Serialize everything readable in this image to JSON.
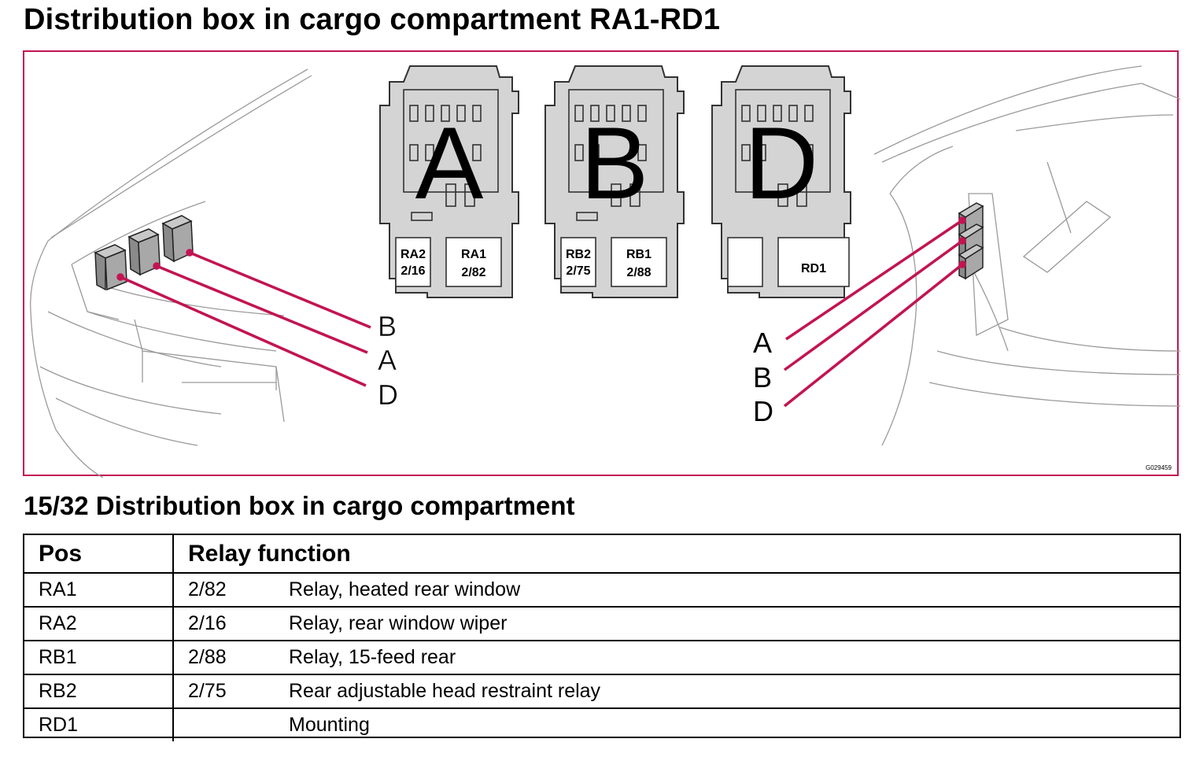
{
  "title": "Distribution box in cargo compartment RA1-RD1",
  "section_title": "15/32 Distribution box in cargo compartment",
  "figure": {
    "image_code": "G029459",
    "boxes": [
      {
        "letter": "A",
        "relays": [
          {
            "name": "RA2",
            "code": "2/16"
          },
          {
            "name": "RA1",
            "code": "2/82"
          }
        ]
      },
      {
        "letter": "B",
        "relays": [
          {
            "name": "RB2",
            "code": "2/75"
          },
          {
            "name": "RB1",
            "code": "2/88"
          }
        ]
      },
      {
        "letter": "D",
        "relays": [
          {
            "name": "",
            "code": ""
          },
          {
            "name": "RD1",
            "code": ""
          }
        ]
      }
    ],
    "left_callouts": [
      "B",
      "A",
      "D"
    ],
    "right_callouts": [
      "A",
      "B",
      "D"
    ],
    "accent_color": "#c21452"
  },
  "table": {
    "headers": {
      "pos": "Pos",
      "function": "Relay function"
    },
    "rows": [
      {
        "pos": "RA1",
        "code": "2/82",
        "function": "Relay, heated rear window"
      },
      {
        "pos": "RA2",
        "code": "2/16",
        "function": "Relay, rear window wiper"
      },
      {
        "pos": "RB1",
        "code": "2/88",
        "function": "Relay, 15-feed rear"
      },
      {
        "pos": "RB2",
        "code": "2/75",
        "function": "Rear adjustable head restraint relay"
      },
      {
        "pos": "RD1",
        "code": "",
        "function": "Mounting"
      }
    ]
  }
}
